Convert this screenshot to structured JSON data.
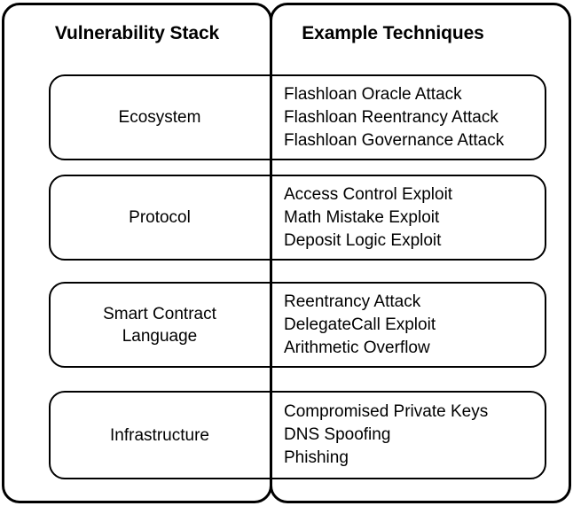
{
  "header": {
    "left_label": "Vulnerability Stack",
    "right_label": "Example Techniques"
  },
  "colors": {
    "stroke": "#000000",
    "background": "#ffffff",
    "text": "#000000"
  },
  "rows": [
    {
      "stack": "Ecosystem",
      "techniques": [
        "Flashloan Oracle Attack",
        "Flashloan Reentrancy Attack",
        "Flashloan Governance Attack"
      ]
    },
    {
      "stack": "Protocol",
      "techniques": [
        "Access Control Exploit",
        "Math Mistake Exploit",
        "Deposit Logic Exploit"
      ]
    },
    {
      "stack": "Smart Contract\nLanguage",
      "techniques": [
        "Reentrancy Attack",
        "DelegateCall Exploit",
        "Arithmetic Overflow"
      ]
    },
    {
      "stack": "Infrastructure",
      "techniques": [
        "Compromised Private Keys",
        "DNS Spoofing",
        "Phishing"
      ]
    }
  ]
}
